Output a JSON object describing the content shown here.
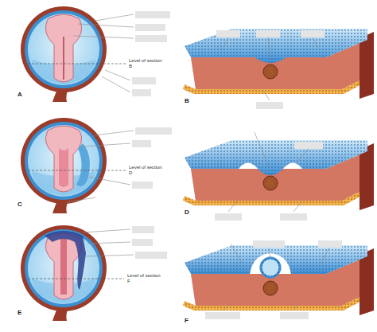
{
  "diagram": {
    "labels": [
      "Level of section B",
      "A",
      "B",
      "Level of section D",
      "C",
      "D",
      "Level of section F",
      "E",
      "F"
    ]
  }
}
